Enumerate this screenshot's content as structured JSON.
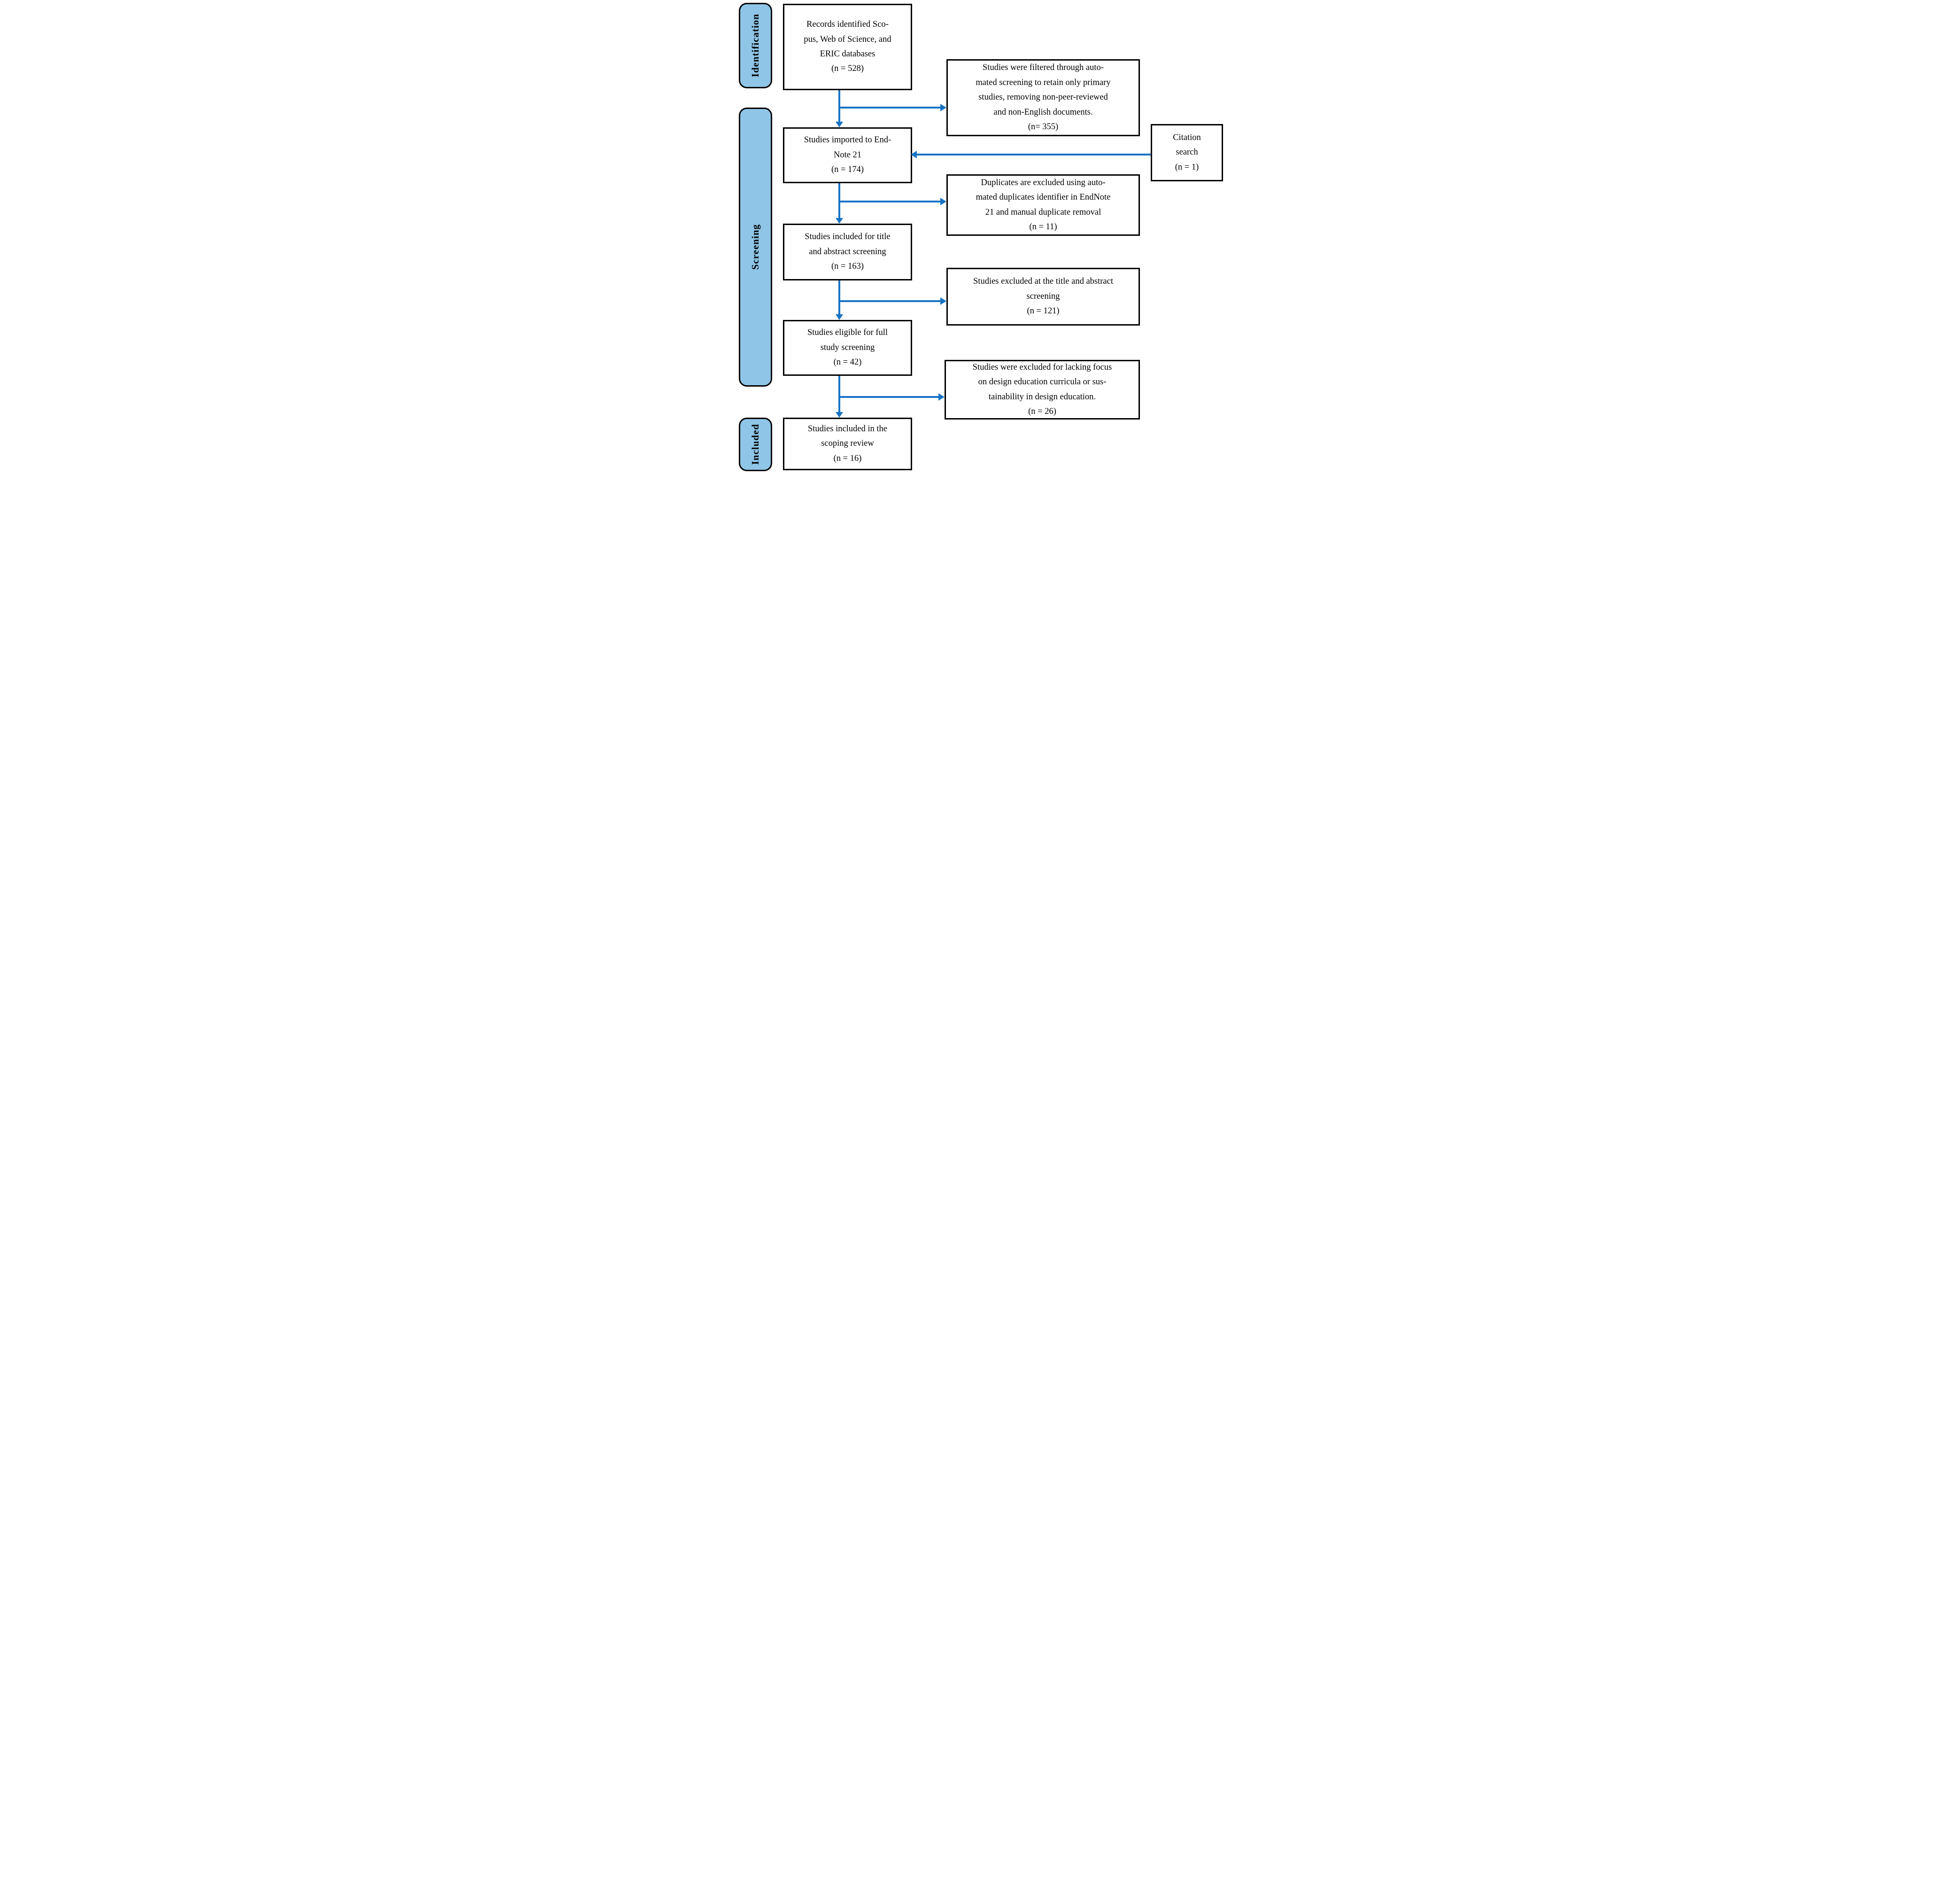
{
  "diagram": {
    "kind": "PRISMA scoping review flow diagram",
    "colors": {
      "arrow_blue": "#1773C4",
      "stage_fill_blue": "#8FC5E7",
      "box_border": "#000000",
      "box_fill": "#FFFFFF",
      "text": "#000000"
    },
    "stages": {
      "identification": {
        "label": "Identification"
      },
      "screening": {
        "label": "Screening"
      },
      "included": {
        "label": "Included"
      }
    },
    "boxes": {
      "records": {
        "text": "Records identified Sco-\npus, Web of Science, and\nERIC databases\n(n = 528)",
        "n": 528
      },
      "filtered": {
        "text": "Studies were filtered through auto-\nmated screening to retain only primary\nstudies, removing non-peer-reviewed\nand non-English documents.\n(n= 355)",
        "n": 355
      },
      "citation": {
        "text": "Citation\nsearch\n(n = 1)",
        "n": 1
      },
      "imported": {
        "text": "Studies imported to End-\nNote 21\n(n = 174)",
        "n": 174
      },
      "duplicates": {
        "text": "Duplicates are excluded using auto-\nmated duplicates identifier in EndNote\n21 and manual duplicate removal\n(n = 11)",
        "n": 11
      },
      "title_abstract": {
        "text": "Studies included for title\nand abstract screening\n(n = 163)",
        "n": 163
      },
      "title_abstract_excluded": {
        "text": "Studies excluded at the title and abstract\nscreening\n(n = 121)",
        "n": 121
      },
      "full_study": {
        "text": "Studies eligible for full\nstudy screening\n(n = 42)",
        "n": 42
      },
      "lacking_focus_excluded": {
        "text": "Studies were excluded for lacking focus\non design education curricula or sus-\ntainability in design education.\n(n = 26)",
        "n": 26
      },
      "included_review": {
        "text": "Studies included in the\nscoping review\n(n = 16)",
        "n": 16
      }
    }
  }
}
